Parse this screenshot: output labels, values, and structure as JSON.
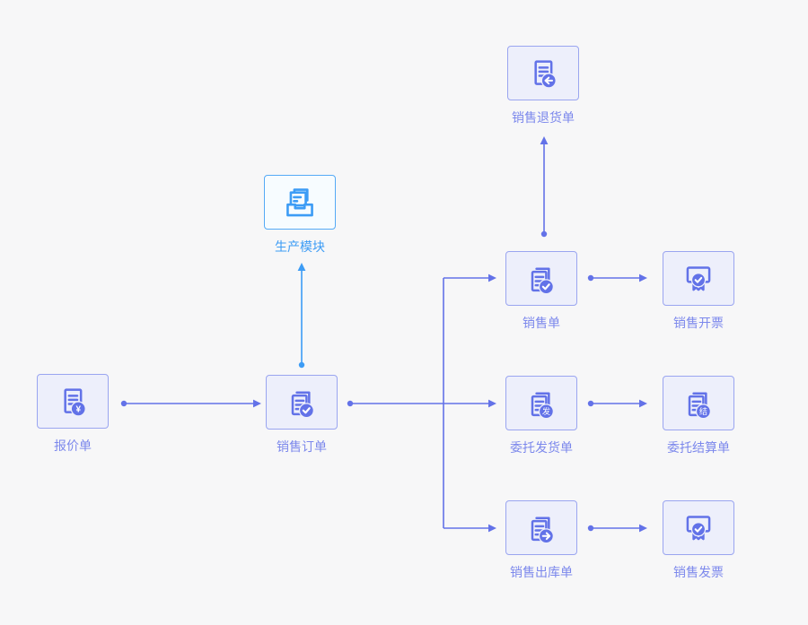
{
  "diagram_title": "sales-process-flow",
  "colors": {
    "background": "#f7f7f8",
    "purple_line": "#6372e8",
    "purple_border": "#9aa5f0",
    "purple_fill": "#edeffb",
    "purple_label": "#7c88ec",
    "blue_line": "#3d9cf5",
    "blue_border": "#55aaf6",
    "blue_fill": "#f7fcff"
  },
  "nodes": {
    "quotation": {
      "label": "报价单",
      "icon": "document-yuan-icon",
      "badge": "¥"
    },
    "production_module": {
      "label": "生产模块",
      "icon": "inbox-documents-icon"
    },
    "sales_order": {
      "label": "销售订单",
      "icon": "documents-check-icon"
    },
    "sales_return": {
      "label": "销售退货单",
      "icon": "document-return-icon"
    },
    "sales_slip": {
      "label": "销售单",
      "icon": "documents-check-icon"
    },
    "consignment_delivery": {
      "label": "委托发货单",
      "icon": "documents-dispatch-icon",
      "badge": "发"
    },
    "sales_outbound": {
      "label": "销售出库单",
      "icon": "documents-outbound-icon"
    },
    "sales_invoicing": {
      "label": "销售开票",
      "icon": "receipt-check-icon"
    },
    "consignment_settlement": {
      "label": "委托结算单",
      "icon": "documents-settle-icon",
      "badge": "结"
    },
    "sales_invoice": {
      "label": "销售发票",
      "icon": "receipt-check-icon"
    }
  },
  "edges": [
    {
      "from": "quotation",
      "to": "sales_order",
      "color": "purple"
    },
    {
      "from": "sales_order",
      "to": "production_module",
      "color": "blue"
    },
    {
      "from": "sales_order",
      "to": "sales_slip",
      "color": "purple"
    },
    {
      "from": "sales_order",
      "to": "consignment_delivery",
      "color": "purple"
    },
    {
      "from": "sales_order",
      "to": "sales_outbound",
      "color": "purple"
    },
    {
      "from": "sales_slip",
      "to": "sales_return",
      "color": "purple"
    },
    {
      "from": "sales_slip",
      "to": "sales_invoicing",
      "color": "purple"
    },
    {
      "from": "consignment_delivery",
      "to": "consignment_settlement",
      "color": "purple"
    },
    {
      "from": "sales_outbound",
      "to": "sales_invoice",
      "color": "purple"
    }
  ]
}
